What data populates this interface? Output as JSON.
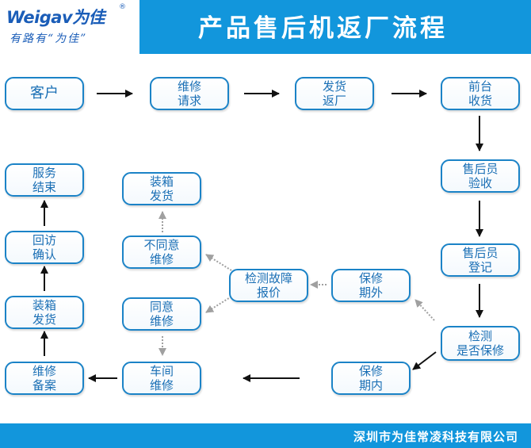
{
  "header": {
    "logo_brand": "Weigav为佳",
    "logo_reg": "®",
    "logo_slogan": "有路有“为佳”",
    "title": "产品售后机返厂流程"
  },
  "nodes": {
    "customer": "客户",
    "repair_request": "维修\n请求",
    "ship_return": "发货\n返厂",
    "front_desk": "前台\n收货",
    "inspect_receive": "售后员\n验收",
    "register": "售后员\n登记",
    "check_warranty": "检测\n是否保修",
    "in_warranty": "保修\n期内",
    "out_warranty": "保修\n期外",
    "diagnose_quote": "检测故障\n报价",
    "disagree_repair": "不同意\n维修",
    "agree_repair": "同意\n维修",
    "pack_ship_right": "装箱\n发货",
    "workshop_repair": "车间\n维修",
    "repair_record": "维修\n备案",
    "pack_ship_left": "装箱\n发货",
    "follow_up": "回访\n确认",
    "service_end": "服务\n结束"
  },
  "colors": {
    "header_bg": "#1296dc",
    "node_border": "#1b83c7",
    "node_text": "#1a6fb5",
    "arrow_black": "#111111",
    "arrow_gray": "#a0a0a0"
  },
  "footer": {
    "company": "深圳市为佳常凌科技有限公司"
  }
}
